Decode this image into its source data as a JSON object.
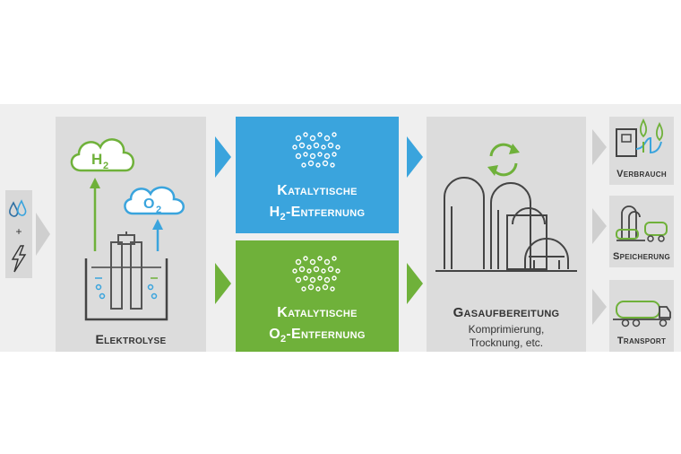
{
  "input": {
    "plus": "+"
  },
  "electrolysis": {
    "label": "Elektrolyse",
    "h2_cloud": "H2",
    "o2_cloud": "O2"
  },
  "h2_removal": {
    "line1": "Katalytische",
    "line2_main": "H",
    "line2_sub": "2",
    "line2_rest": "-Entfernung"
  },
  "o2_removal": {
    "line1": "Katalytische",
    "line2_main": "O",
    "line2_sub": "2",
    "line2_rest": "-Entfernung"
  },
  "gas_processing": {
    "title": "Gasaufbereitung",
    "sub1": "Komprimierung,",
    "sub2": "Trocknung, etc."
  },
  "outputs": [
    {
      "label": "Verbrauch"
    },
    {
      "label": "Speicherung"
    },
    {
      "label": "Transport"
    }
  ],
  "colors": {
    "blue": "#3aa4dd",
    "green": "#6fb13a",
    "grey_panel": "#dcdcdc",
    "band": "#efefef",
    "dark": "#333333"
  }
}
